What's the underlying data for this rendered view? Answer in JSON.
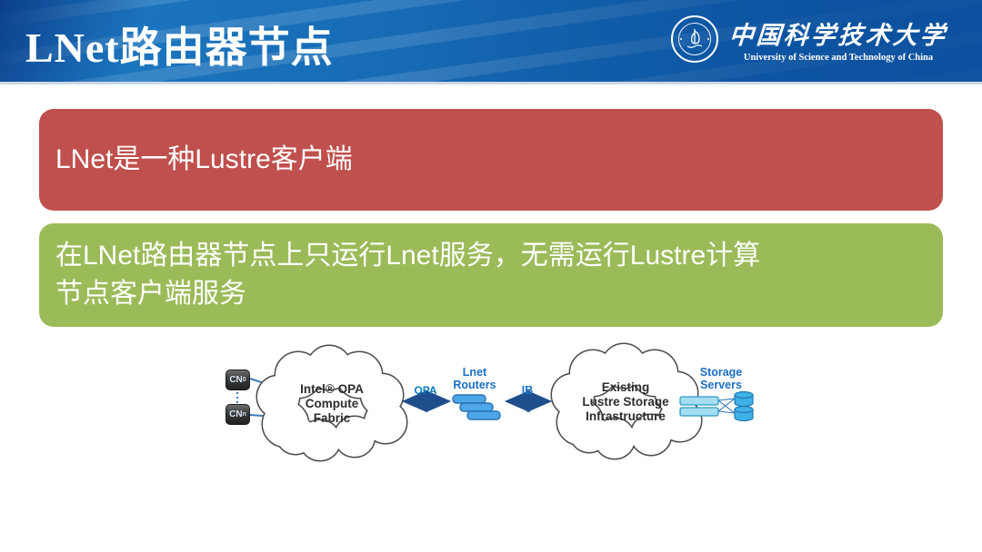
{
  "header": {
    "title": "LNet路由器节点",
    "logo": {
      "cn_name": "中国科学技术大学",
      "en_name": "University of Science and Technology of China"
    }
  },
  "content": {
    "red_box": {
      "text": "LNet是一种Lustre客户端"
    },
    "green_box": {
      "line1": "在LNet路由器节点上只运行Lnet服务，无需运行Lustre计算",
      "line2": "节点客户端服务",
      "full_text": "在LNet路由器节点上只运行Lnet服务，无需运行Lustre计算节点客户端服务"
    }
  },
  "diagram": {
    "cn_node_top": {
      "base": "CN",
      "sub": "0"
    },
    "cn_node_bottom": {
      "base": "CN",
      "sub": "n"
    },
    "left_cloud": {
      "line1": "Intel® OPA",
      "line2": "Compute",
      "line3": "Fabric"
    },
    "link_opa": "OPA",
    "routers": {
      "line1": "Lnet",
      "line2": "Routers"
    },
    "link_ib": "IB",
    "right_cloud": {
      "line1": "Existing",
      "line2": "Lustre Storage",
      "line3": "Infrastructure"
    },
    "storage": {
      "line1": "Storage",
      "line2": "Servers"
    }
  },
  "colors": {
    "header_blue": "#1566b0",
    "red_box": "#c0504d",
    "green_box": "#9bbb59",
    "arrow_navy": "#1f4e8c",
    "opa_label": "#0b7bb8",
    "blue_label": "#1a6fc4",
    "router_fill": "#4da6ea",
    "server_fill": "#a5ddf3",
    "cylinder_fill": "#3fb0e8"
  }
}
